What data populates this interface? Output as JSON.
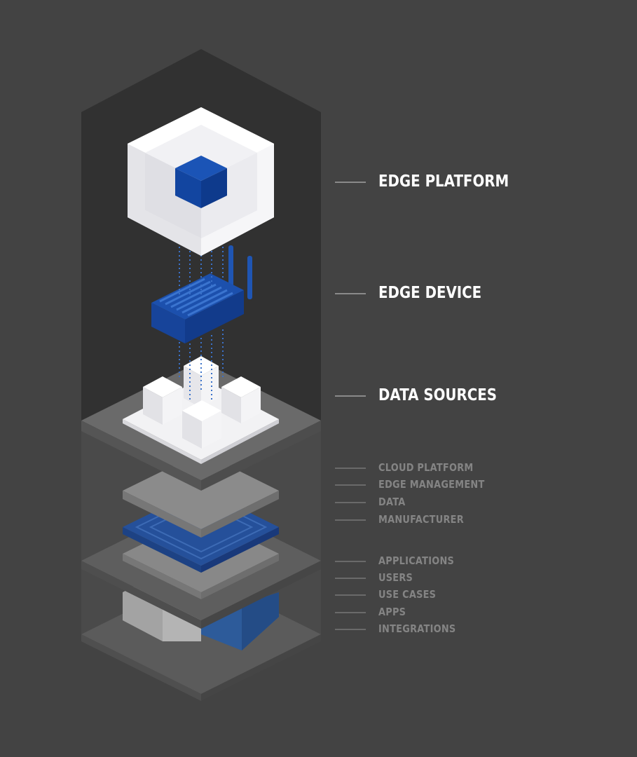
{
  "diagram": {
    "primary_layers": [
      {
        "label": "EDGE PLATFORM"
      },
      {
        "label": "EDGE DEVICE"
      },
      {
        "label": "DATA SOURCES"
      }
    ],
    "secondary_group_1": [
      {
        "label": "CLOUD PLATFORM"
      },
      {
        "label": "EDGE MANAGEMENT"
      },
      {
        "label": "DATA"
      },
      {
        "label": "MANUFACTURER"
      }
    ],
    "secondary_group_2": [
      {
        "label": "APPLICATIONS"
      },
      {
        "label": "USERS"
      },
      {
        "label": "USE CASES"
      },
      {
        "label": "APPS"
      },
      {
        "label": "INTEGRATIONS"
      }
    ]
  },
  "colors": {
    "background": "#434343",
    "column": "#313131",
    "accent_blue": "#1448a8",
    "white_block": "#f4f4f6"
  }
}
